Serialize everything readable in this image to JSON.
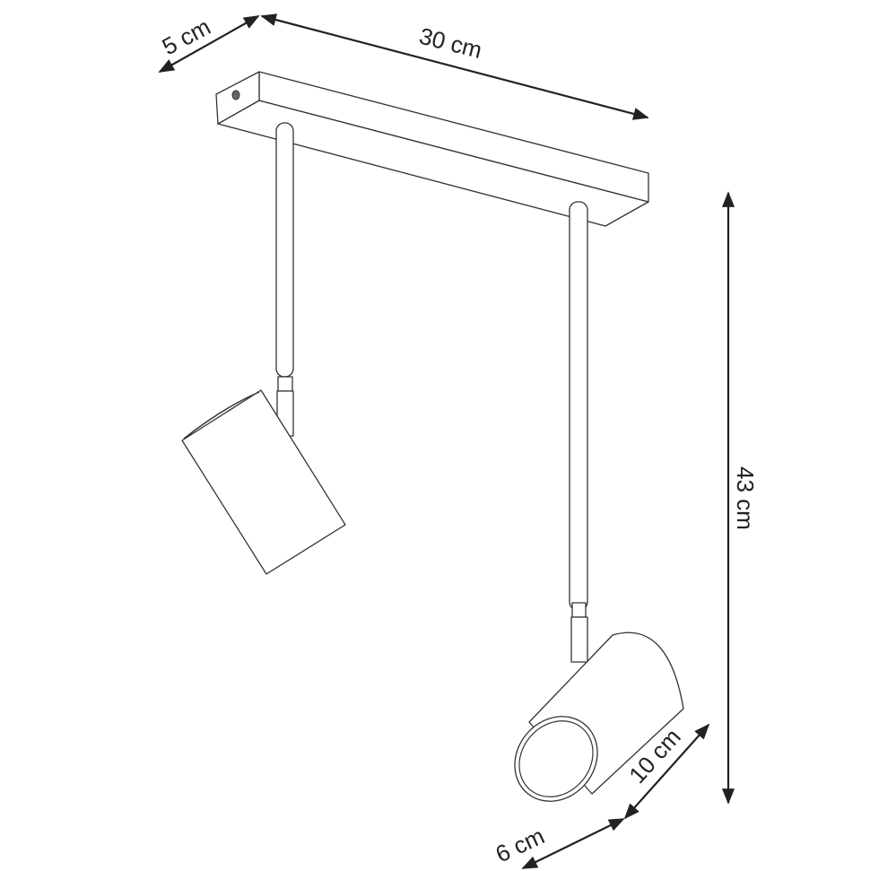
{
  "title": "Ceiling spotlight dimension drawing",
  "dimensions": {
    "depth": "5 cm",
    "length": "30 cm",
    "height": "43 cm",
    "shade_length": "10 cm",
    "shade_diameter": "6 cm"
  },
  "colors": {
    "line": "#333333",
    "background": "#ffffff"
  }
}
